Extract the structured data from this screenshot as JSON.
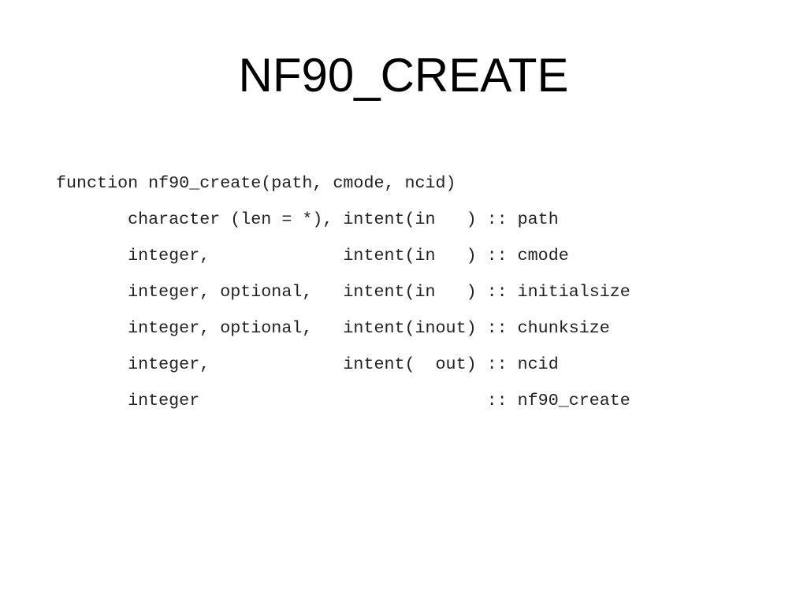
{
  "slide": {
    "title": "NF90_CREATE",
    "code_lines": [
      "function nf90_create(path, cmode, ncid)",
      "       character (len = *), intent(in   ) :: path",
      "       integer,             intent(in   ) :: cmode",
      "       integer, optional,   intent(in   ) :: initialsize",
      "       integer, optional,   intent(inout) :: chunksize",
      "       integer,             intent(  out) :: ncid",
      "       integer                            :: nf90_create"
    ]
  }
}
